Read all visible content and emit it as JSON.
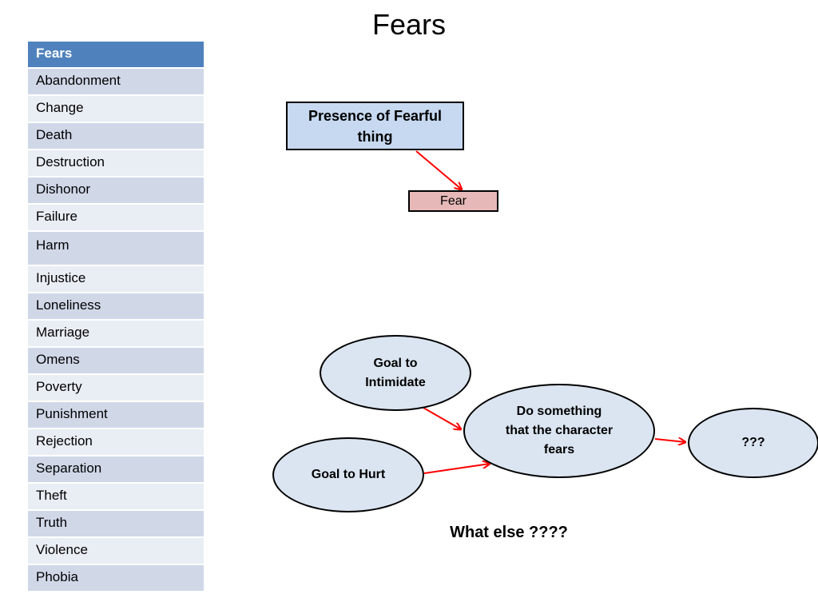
{
  "title": "Fears",
  "table": {
    "header": "Fears",
    "items": [
      "Abandonment",
      "Change",
      "Death",
      "Destruction",
      "Dishonor",
      "Failure",
      "Harm",
      "Injustice",
      "Loneliness",
      "Marriage",
      "Omens",
      "Poverty",
      "Punishment",
      "Rejection",
      "Separation",
      "Theft",
      "Truth",
      "Violence",
      "Phobia"
    ]
  },
  "diagram": {
    "presence_box_line1": "Presence of Fearful",
    "presence_box_line2": "thing",
    "fear_box": "Fear",
    "goal_intimidate_line1": "Goal to",
    "goal_intimidate_line2": "Intimidate",
    "goal_hurt": "Goal to Hurt",
    "do_something_line1": "Do something",
    "do_something_line2": "that the character",
    "do_something_line3": "fears",
    "unknown": "???",
    "what_else": "What else ????"
  },
  "colors": {
    "table_header": "#4f81bd",
    "table_row_dark": "#d0d8e8",
    "table_row_light": "#e9edf4",
    "presence_box": "#c6d9f1",
    "fear_box": "#e6b9b8",
    "ellipse_fill": "#dbe5f1",
    "arrow": "#ff0000"
  }
}
